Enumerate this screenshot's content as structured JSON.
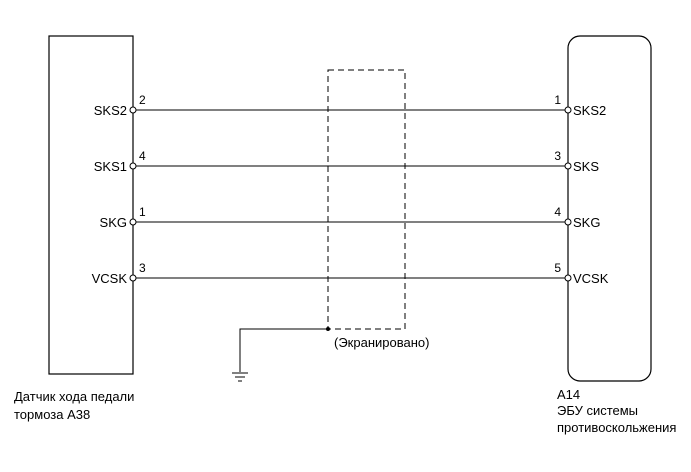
{
  "left_component": {
    "caption_line1": "Датчик хода педали",
    "caption_line2": "тормоза A38",
    "pins": [
      {
        "signal": "SKS2",
        "pin": "2"
      },
      {
        "signal": "SKS1",
        "pin": "4"
      },
      {
        "signal": "SKG",
        "pin": "1"
      },
      {
        "signal": "VCSK",
        "pin": "3"
      }
    ]
  },
  "right_component": {
    "caption_line1": "A14",
    "caption_line2": "ЭБУ системы",
    "caption_line3": "противоскольжения",
    "pins": [
      {
        "signal": "SKS2",
        "pin": "1"
      },
      {
        "signal": "SKS",
        "pin": "3"
      },
      {
        "signal": "SKG",
        "pin": "4"
      },
      {
        "signal": "VCSK",
        "pin": "5"
      }
    ]
  },
  "shield": {
    "label": "(Экранировано)"
  },
  "icons": {
    "ground": "ground-icon",
    "terminal": "terminal-circle-icon"
  }
}
